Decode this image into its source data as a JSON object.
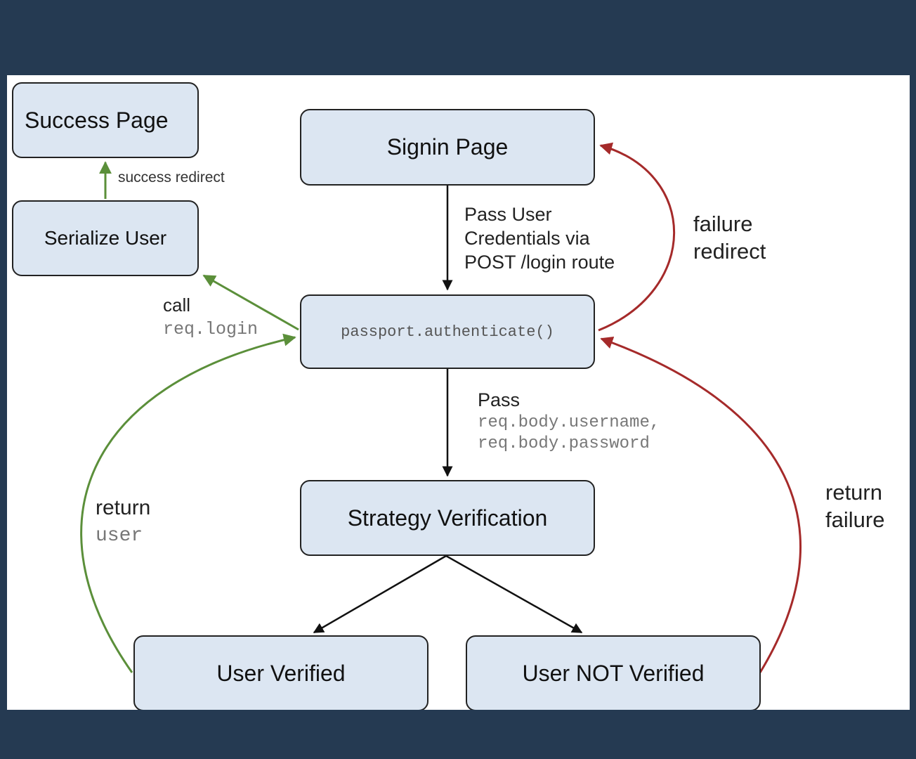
{
  "nodes": {
    "success_page": "Success Page",
    "serialize_user": "Serialize User",
    "signin_page": "Signin Page",
    "passport_authenticate": "passport.authenticate()",
    "strategy_verification": "Strategy Verification",
    "user_verified": "User Verified",
    "user_not_verified": "User NOT Verified"
  },
  "edges": {
    "success_redirect": "success redirect",
    "pass_credentials": [
      "Pass User",
      "Credentials via",
      "POST /login route"
    ],
    "failure_redirect": [
      "failure",
      "redirect"
    ],
    "call_login": {
      "text": "call",
      "code": "req.login"
    },
    "pass_body": {
      "text": "Pass",
      "code": [
        "req.body.username,",
        "req.body.password"
      ]
    },
    "return_user": {
      "text": "return",
      "code": "user"
    },
    "return_failure": [
      "return",
      "failure"
    ]
  },
  "colors": {
    "background": "#253a52",
    "node_fill": "#dce6f2",
    "node_border": "#222222",
    "success_arrow": "#5b8f3a",
    "failure_arrow": "#a52a2a",
    "flow_arrow": "#111111"
  }
}
